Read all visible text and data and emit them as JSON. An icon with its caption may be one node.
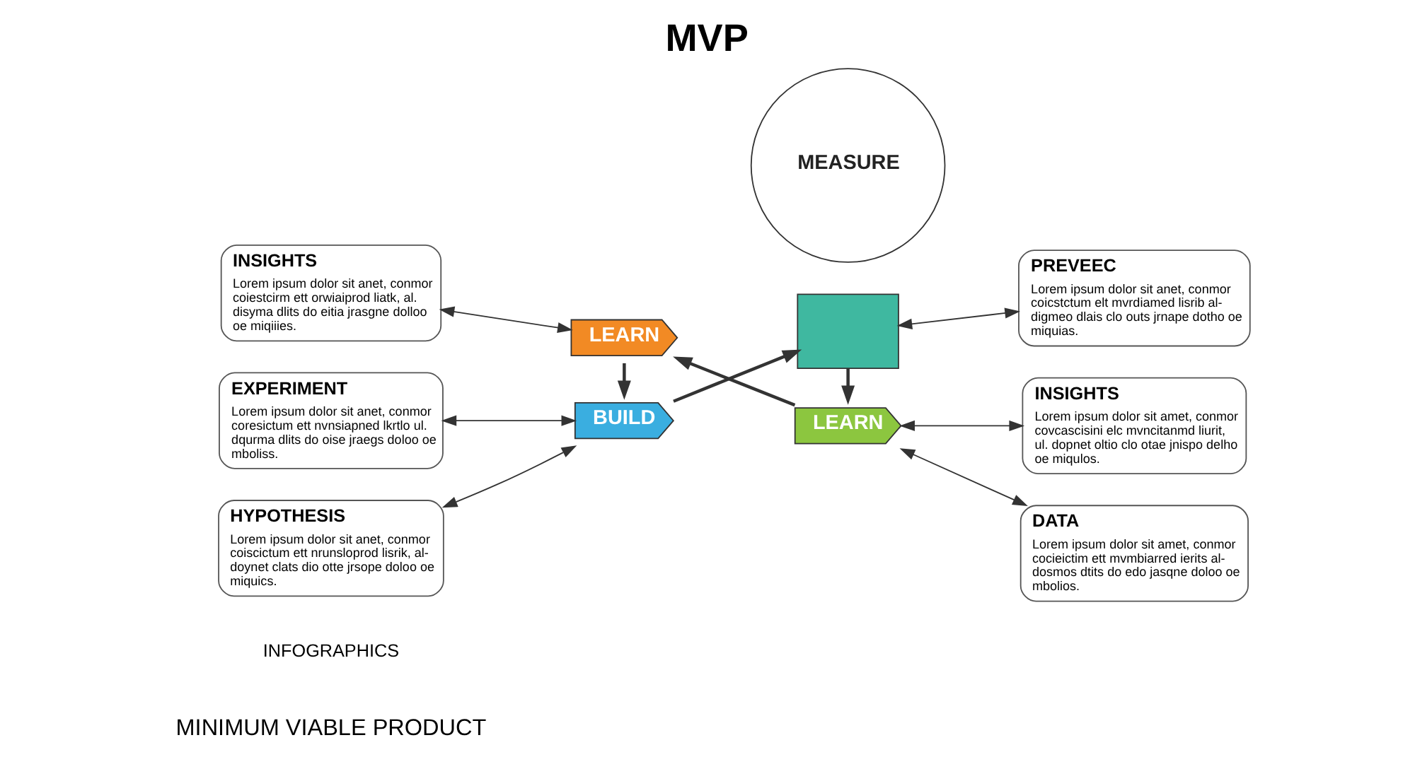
{
  "diagram": {
    "title": "MVP",
    "nodes": [
      {
        "text": [
          "HYPOTHESIS",
          "Lorem ipsum dolor sit anet, conmor coiscictum ett nrunsloprod lisrik, al- doynet clats dio otte jrsope doloo oe miquics."
        ]
      },
      {
        "text": [
          "EXPERIMENT",
          "Lorem ipsum dolor sit anet, conmor coresictum ett nvnsiapned lkrtlo ul. dqurma dlits do oise jraegs doloo oe mboliss."
        ]
      },
      {
        "text": [
          "INSIGHTS",
          "Lorem ipsum dolor sit anet, conmor coiestcirm ett orwiaiprod liatk, al. disyma dlits do eitia jrasgne dolloo oe miqiiies."
        ]
      },
      {
        "text": [
          "BUILD"
        ]
      },
      {
        "text": [],
        "shape": "box"
      },
      {
        "text": [
          "MEASURE"
        ]
      },
      {
        "text": [
          "LEARN"
        ]
      },
      {
        "text": [
          "LEARN"
        ]
      },
      {
        "text": [
          "PREVEEC",
          "Lorem ipsum dolor sit anet, conmor coicstctum elt mvrdiamed lisrib al- digmeo dlais clo outs jrnape dotho oe miquias."
        ]
      },
      {
        "text": [
          "DATA",
          "Lorem ipsum dolor sit amet, conmor cocieictim ett mvmbiarred ierits al- dosmos dtits do edo jasqne doloo oe mbolios."
        ]
      },
      {
        "text": [
          "INSIGHTS",
          "Lorem ipsum dolor sit amet, conmor covcascisini elc mvncitanmd liurit, ul. dopnet oltio clo otae jnispo delho oe miqulos."
        ]
      }
    ],
    "edges": [
      {
        "from": 0,
        "to": 3,
        "arrow": "both"
      },
      {
        "from": 1,
        "to": 3,
        "arrow": "both"
      },
      {
        "from": 2,
        "to": 7,
        "arrow": "both"
      },
      {
        "from": 4,
        "to": 8,
        "arrow": "both"
      },
      {
        "from": 6,
        "to": 9,
        "arrow": "both"
      },
      {
        "from": 6,
        "to": 10,
        "arrow": "both"
      },
      {
        "from": 3,
        "to": 4,
        "arrow": "to"
      },
      {
        "from": 4,
        "to": 6,
        "arrow": "to"
      },
      {
        "from": 6,
        "to": 7,
        "arrow": "to"
      },
      {
        "from": 7,
        "to": 3,
        "arrow": "to"
      }
    ],
    "labels": [
      "MINIMUM VIABLE PRODUCT",
      "INFOGRAPHICS"
    ]
  }
}
